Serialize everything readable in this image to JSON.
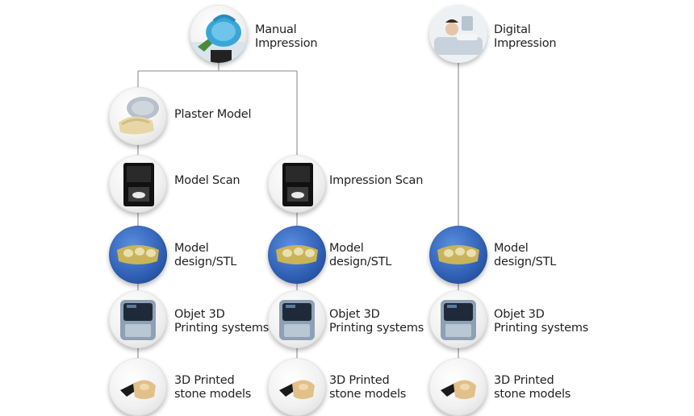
{
  "manual": {
    "title_line1": "Manual",
    "title_line2": "Impression",
    "plaster": "Plaster Model",
    "model_scan": "Model Scan",
    "impression_scan": "Impression Scan"
  },
  "digital": {
    "title_line1": "Digital",
    "title_line2": "Impression"
  },
  "common": {
    "design_line1": "Model",
    "design_line2": "design/STL",
    "objet_line1": "Objet 3D",
    "objet_line2": "Printing systems",
    "printed_line1": "3D Printed",
    "printed_line2": "stone models"
  },
  "icons": {
    "manual_impression": "dental-tray-icon",
    "digital_impression": "patient-chair-icon",
    "plaster_model": "plaster-model-icon",
    "scanner": "scanner-icon",
    "model_design": "stl-teeth-icon",
    "printer": "3d-printer-icon",
    "stone_model": "stone-model-icon"
  },
  "colors": {
    "connector": "#9aa0a6",
    "design_blue": "#2f5fb3",
    "tray_blue": "#3aa6d8"
  }
}
